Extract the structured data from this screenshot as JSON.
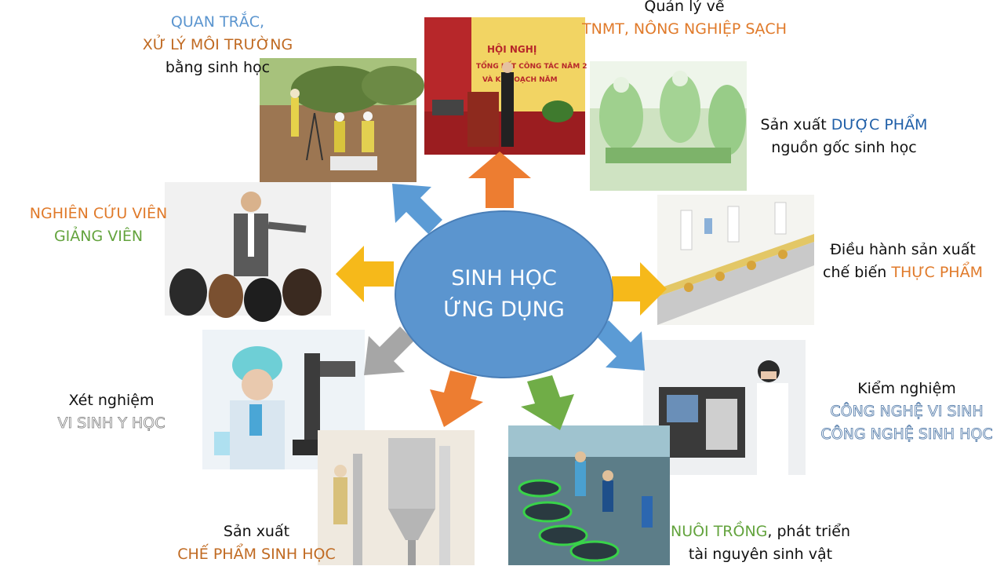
{
  "center": {
    "line1": "SINH HỌC",
    "line2": "ỨNG DỤNG"
  },
  "labels": {
    "quan_trac": {
      "l1": "QUAN TRẮC,",
      "l2": "XỬ LÝ MÔI TRƯỜNG",
      "l3": "bằng sinh học"
    },
    "quan_ly": {
      "l1": "Quản lý về",
      "l2": "TNMT, NÔNG NGHIỆP SẠCH"
    },
    "duoc_pham": {
      "l1a": "Sản xuất ",
      "l1b": "DƯỢC PHẨM",
      "l2": "nguồn gốc sinh học"
    },
    "nghien_cuu": {
      "l1": "NGHIÊN CỨU VIÊN",
      "l2": "GIẢNG VIÊN"
    },
    "thuc_pham": {
      "l1": "Điều hành sản xuất",
      "l2a": "chế biến ",
      "l2b": "THỰC PHẨM"
    },
    "xet_nghiem": {
      "l1": "Xét nghiệm",
      "l2": "VI SINH Y HỌC"
    },
    "kiem_nghiem": {
      "l1": "Kiểm nghiệm",
      "l2": "CÔNG NGHỆ VI SINH",
      "l3": "CÔNG NGHỆ SINH HỌC"
    },
    "che_pham": {
      "l1": "Sản xuất",
      "l2": "CHẾ PHẨM SINH HỌC"
    },
    "nuoi_trong": {
      "l1a": "NUÔI TRỒNG",
      "l1b": ", phát triển",
      "l2": "tài nguyên sinh vật"
    }
  },
  "photo_text": {
    "banner1": "HỘI NGHỊ",
    "banner2": "TỔNG KẾT CÔNG TÁC NĂM 2",
    "banner3": "VÀ KẾ HOẠCH NĂM"
  },
  "colors": {
    "center": "#5b95cf",
    "orange": "#e07a2a",
    "blue": "#1f5fa8",
    "green": "#63a33d",
    "yellow": "#f6b91a",
    "grey": "#a6a6a6",
    "arrow_blue": "#5b9bd5",
    "arrow_orange": "#ed7d31",
    "arrow_green": "#70ad47"
  }
}
